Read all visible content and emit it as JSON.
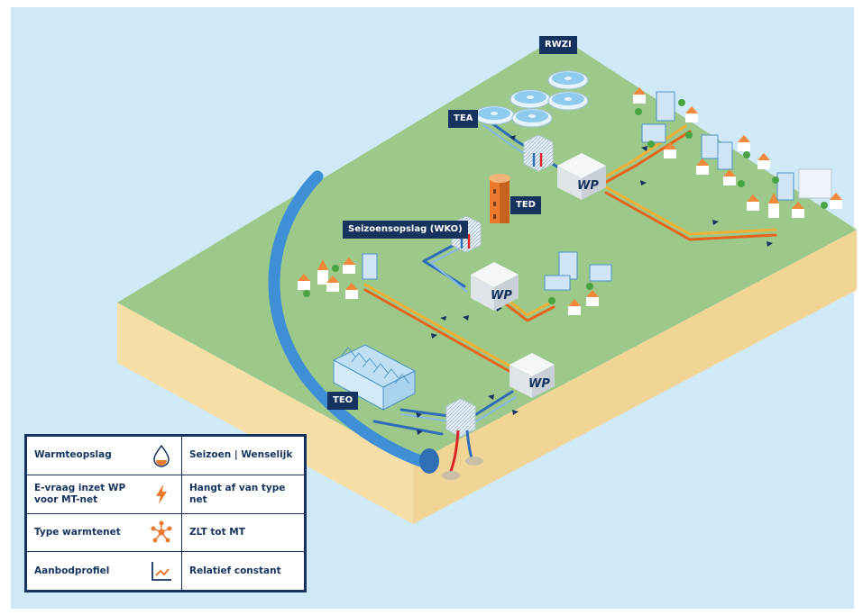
{
  "labels": {
    "rwzi": "RWZI",
    "tea": "TEA",
    "ted": "TED",
    "teo": "TEO",
    "wko": "Seizoensopslag (WKO)",
    "wp": "WP"
  },
  "legend": {
    "rows": [
      {
        "key": "Warmteopslag",
        "icon": "water-drop-icon",
        "value": "Seizoen | Wenselijk"
      },
      {
        "key": "E-vraag inzet WP voor MT-net",
        "icon": "lightning-bolt-icon",
        "value": "Hangt af van type net"
      },
      {
        "key": "Type warmtenet",
        "icon": "network-node-icon",
        "value": "ZLT tot MT"
      },
      {
        "key": "Aanbodprofiel",
        "icon": "line-graph-icon",
        "value": "Relatief constant"
      }
    ]
  },
  "colors": {
    "background": "#cfe9f7",
    "land": "#9cc98a",
    "soil": "#f6dfa6",
    "river": "#3f8fd6",
    "navy": "#15335e",
    "warm_pipe": "#e8631e",
    "hot_pipe": "#f2b035",
    "cold_pipe": "#2f6db8",
    "roof": "#f08a3a",
    "tree": "#4aa444"
  }
}
